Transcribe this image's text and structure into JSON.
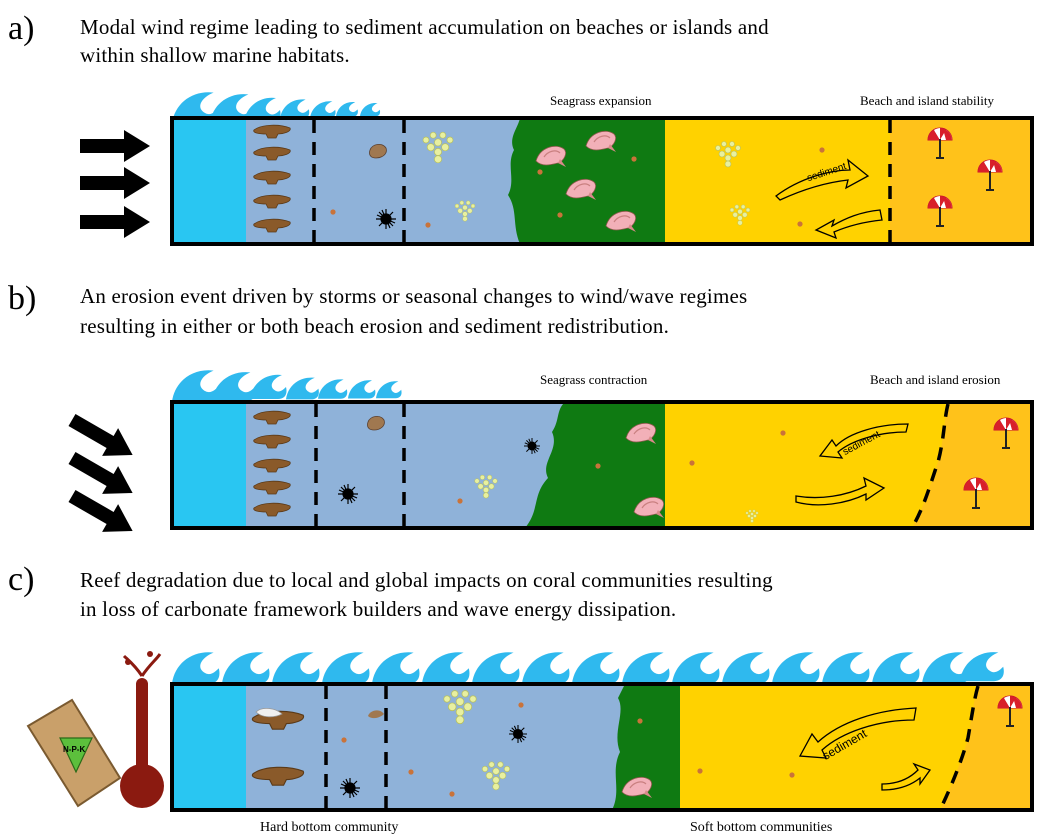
{
  "panels": [
    {
      "letter": "a)",
      "caption_line1": "Modal wind regime leading to sediment accumulation on beaches or islands and",
      "caption_line2": "within shallow marine habitats.",
      "left_label": "Seagrass expansion",
      "right_label": "Beach and island stability",
      "arrow_word": "sediment"
    },
    {
      "letter": "b)",
      "caption_line1": "An erosion event driven by storms or seasonal changes to wind/wave regimes",
      "caption_line2": "resulting in either or both beach erosion and sediment redistribution.",
      "left_label": "Seagrass contraction",
      "right_label": "Beach and island erosion",
      "arrow_word": "sediment"
    },
    {
      "letter": "c)",
      "caption_line1": "Reef degradation due to local and global impacts on coral communities resulting",
      "caption_line2": "in loss of carbonate framework builders and wave energy dissipation.",
      "arrow_word": "sediment",
      "bag_label": "N-P-K"
    }
  ],
  "bottom_labels": {
    "hard": "Hard bottom community",
    "soft": "Soft bottom communities"
  },
  "colors": {
    "open_ocean": "#29c6f2",
    "lagoon": "#8fb2d9",
    "seagrass": "#0f7a12",
    "sand": "#ffd200",
    "beach": "#ffc21a",
    "reef": "#8a5a2a",
    "wave": "#2fb9ee"
  }
}
